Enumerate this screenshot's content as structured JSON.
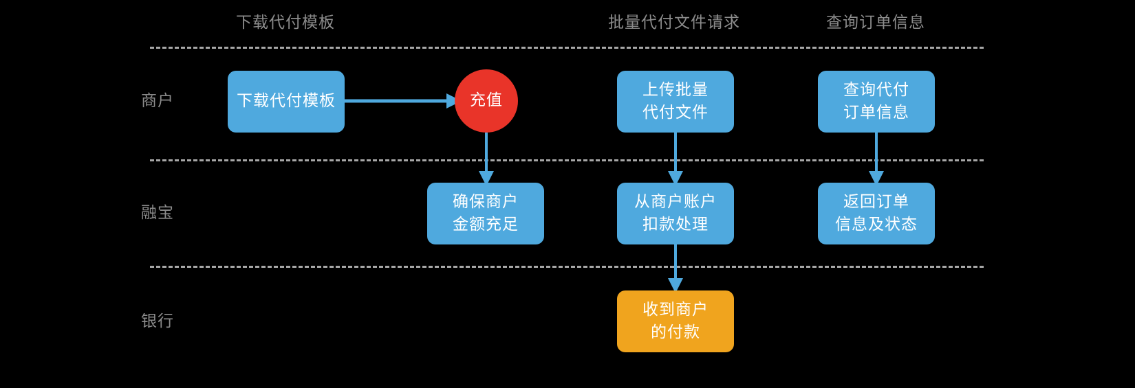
{
  "diagram": {
    "title_present": false,
    "background_color": "#000000",
    "accent_blue": "#4FA9DE",
    "accent_red": "#E93429",
    "accent_orange": "#F0A41E",
    "label_color": "#8C8C8C",
    "separator_color": "#A8A8A8"
  },
  "columns": [
    {
      "id": "col-download-template",
      "label": "下载代付模板"
    },
    {
      "id": "col-batch-payout-request",
      "label": "批量代付文件请求"
    },
    {
      "id": "col-query-order-info",
      "label": "查询订单信息"
    }
  ],
  "lanes": [
    {
      "id": "lane-merchant",
      "label": "商户"
    },
    {
      "id": "lane-rongbao",
      "label": "融宝"
    },
    {
      "id": "lane-bank",
      "label": "银行"
    }
  ],
  "nodes": [
    {
      "id": "node-download-template",
      "label": "下载代付模板",
      "shape": "rounded-rect",
      "color": "#4FA9DE",
      "lane": "商户",
      "column": "下载代付模板"
    },
    {
      "id": "node-recharge",
      "label": "充值",
      "shape": "circle",
      "color": "#E93429",
      "lane": "商户",
      "column": "下载代付模板"
    },
    {
      "id": "node-ensure-balance",
      "label": "确保商户\n金额充足",
      "shape": "rounded-rect",
      "color": "#4FA9DE",
      "lane": "融宝",
      "column": "下载代付模板"
    },
    {
      "id": "node-upload-batch-file",
      "label": "上传批量\n代付文件",
      "shape": "rounded-rect",
      "color": "#4FA9DE",
      "lane": "商户",
      "column": "批量代付文件请求"
    },
    {
      "id": "node-deduct-account",
      "label": "从商户账户\n扣款处理",
      "shape": "rounded-rect",
      "color": "#4FA9DE",
      "lane": "融宝",
      "column": "批量代付文件请求"
    },
    {
      "id": "node-bank-received",
      "label": "收到商户\n的付款",
      "shape": "rounded-rect",
      "color": "#F0A41E",
      "lane": "银行",
      "column": "批量代付文件请求"
    },
    {
      "id": "node-query-payout-order",
      "label": "查询代付\n订单信息",
      "shape": "rounded-rect",
      "color": "#4FA9DE",
      "lane": "商户",
      "column": "查询订单信息"
    },
    {
      "id": "node-return-order-info",
      "label": "返回订单\n信息及状态",
      "shape": "rounded-rect",
      "color": "#4FA9DE",
      "lane": "融宝",
      "column": "查询订单信息"
    }
  ],
  "connectors": [
    {
      "id": "arrow-download-to-recharge",
      "from": "node-download-template",
      "to": "node-recharge",
      "direction": "right",
      "color": "#4FA9DE"
    },
    {
      "id": "arrow-recharge-to-ensure-balance",
      "from": "node-recharge",
      "to": "node-ensure-balance",
      "direction": "down",
      "color": "#4FA9DE"
    },
    {
      "id": "arrow-upload-to-deduct",
      "from": "node-upload-batch-file",
      "to": "node-deduct-account",
      "direction": "down",
      "color": "#4FA9DE"
    },
    {
      "id": "arrow-deduct-to-bank",
      "from": "node-deduct-account",
      "to": "node-bank-received",
      "direction": "down",
      "color": "#4FA9DE"
    },
    {
      "id": "arrow-query-to-return",
      "from": "node-query-payout-order",
      "to": "node-return-order-info",
      "direction": "down",
      "color": "#4FA9DE"
    }
  ]
}
